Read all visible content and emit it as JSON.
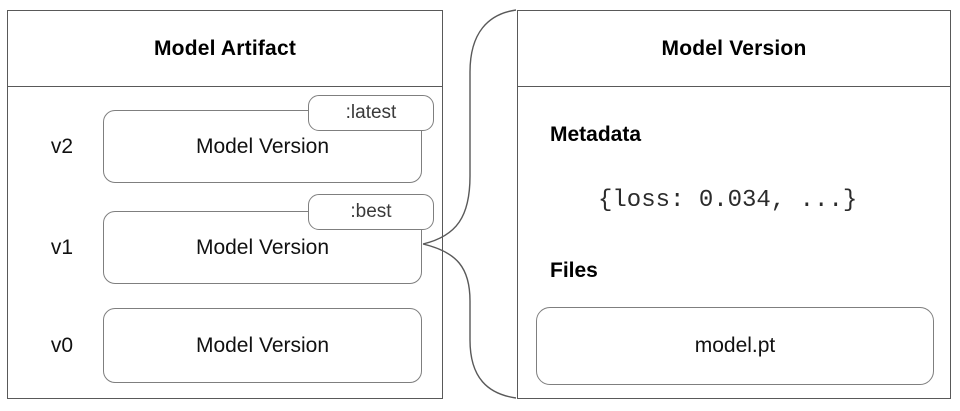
{
  "artifact": {
    "title": "Model Artifact",
    "versions": [
      {
        "label": "v2",
        "name": "Model Version",
        "tag": ":latest"
      },
      {
        "label": "v1",
        "name": "Model Version",
        "tag": ":best"
      },
      {
        "label": "v0",
        "name": "Model Version"
      }
    ]
  },
  "detail": {
    "title": "Model Version",
    "metadata_heading": "Metadata",
    "metadata_value": "{loss: 0.034, ...}",
    "files_heading": "Files",
    "files": [
      "model.pt"
    ]
  },
  "colors": {
    "panel_border": "#595959",
    "box_border": "#7f7f7f",
    "text": "#000000",
    "tag_text": "#3a3a3a",
    "background": "#ffffff"
  }
}
